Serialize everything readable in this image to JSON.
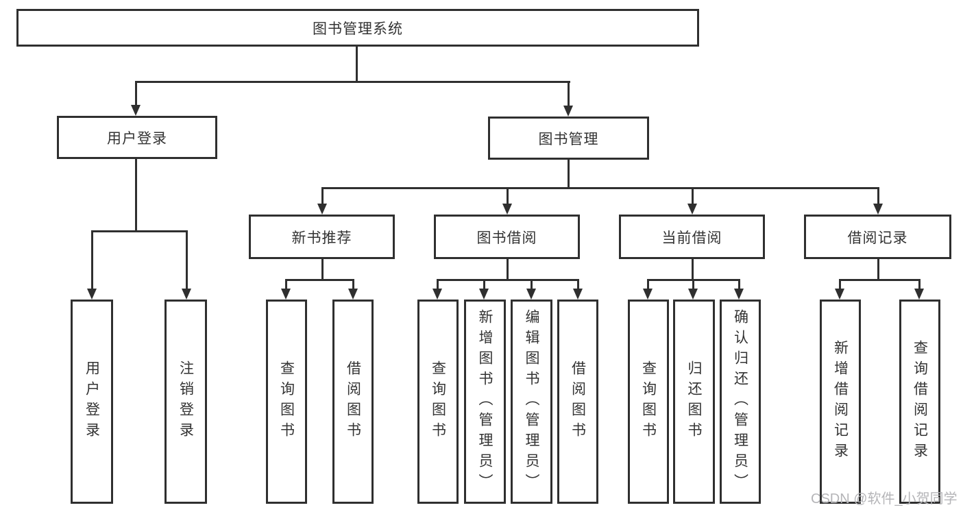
{
  "tree": {
    "root": "图书管理系统",
    "level1": {
      "login": "用户登录",
      "manage": "图书管理"
    },
    "login_children": [
      "用户登录",
      "注销登录"
    ],
    "modules": [
      "新书推荐",
      "图书借阅",
      "当前借阅",
      "借阅记录"
    ],
    "newbook_children": [
      "查询图书",
      "借阅图书"
    ],
    "borrow_children": [
      "查询图书",
      "新增图书（管理员）",
      "编辑图书（管理员）",
      "借阅图书"
    ],
    "current_children": [
      "查询图书",
      "归还图书",
      "确认归还（管理员）"
    ],
    "record_children": [
      "新增借阅记录",
      "查询借阅记录"
    ]
  },
  "watermark": "CSDN @软件_小贺同学",
  "colors": {
    "line": "#2f2f2f",
    "text": "#333333",
    "background": "#ffffff",
    "watermark": "#b5b5b8"
  }
}
